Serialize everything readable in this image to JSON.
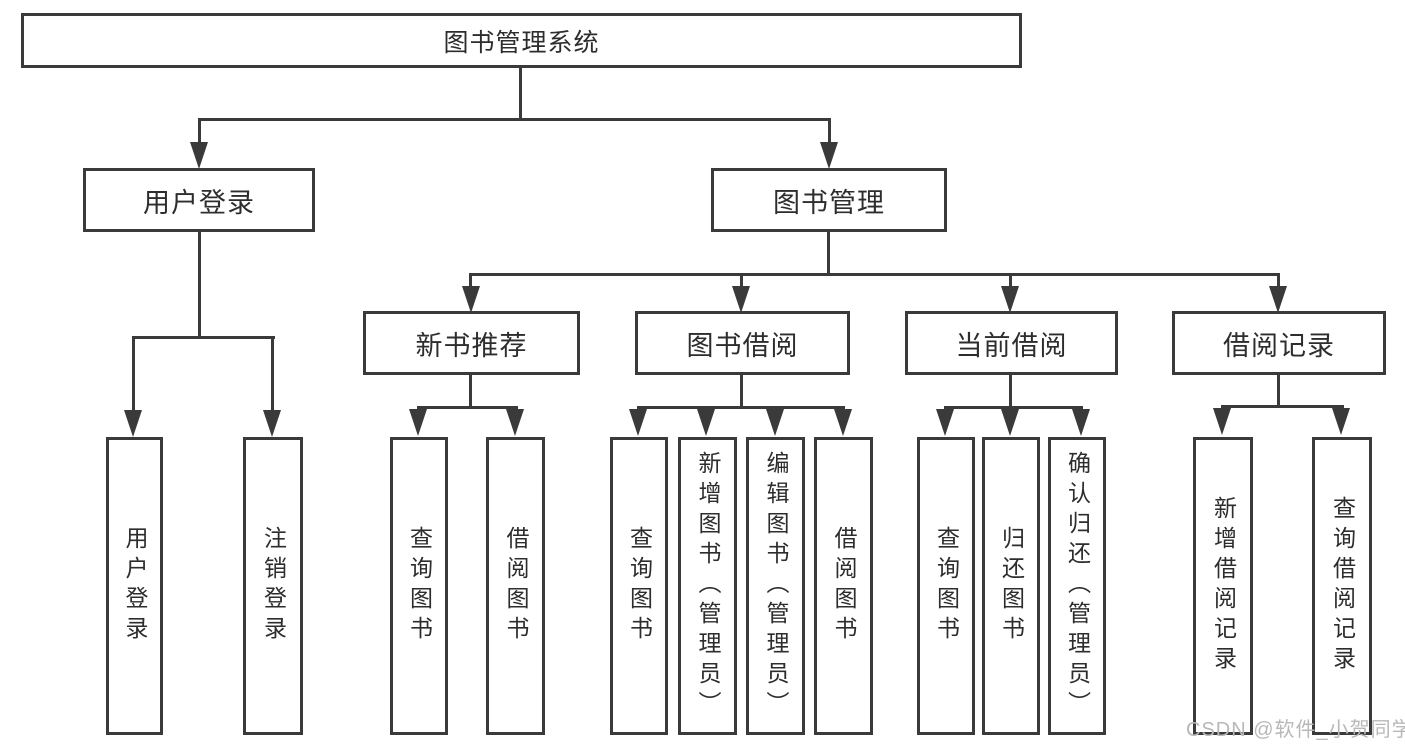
{
  "colors": {
    "line": "#3a3a3a",
    "text": "#2d2d2d",
    "watermark": "#b8b8b8",
    "background": "#ffffff"
  },
  "watermark": "CSDN @软件_小贺同学",
  "tree": {
    "root": {
      "label": "图书管理系统",
      "children": [
        {
          "label": "用户登录",
          "children": [
            {
              "label": "用户登录"
            },
            {
              "label": "注销登录"
            }
          ]
        },
        {
          "label": "图书管理",
          "children": [
            {
              "label": "新书推荐",
              "children": [
                {
                  "label": "查询图书"
                },
                {
                  "label": "借阅图书"
                }
              ]
            },
            {
              "label": "图书借阅",
              "children": [
                {
                  "label": "查询图书"
                },
                {
                  "label": "新增图书（管理员）"
                },
                {
                  "label": "编辑图书（管理员）"
                },
                {
                  "label": "借阅图书"
                }
              ]
            },
            {
              "label": "当前借阅",
              "children": [
                {
                  "label": "查询图书"
                },
                {
                  "label": "归还图书"
                },
                {
                  "label": "确认归还（管理员）"
                }
              ]
            },
            {
              "label": "借阅记录",
              "children": [
                {
                  "label": "新增借阅记录"
                },
                {
                  "label": "查询借阅记录"
                }
              ]
            }
          ]
        }
      ]
    }
  }
}
